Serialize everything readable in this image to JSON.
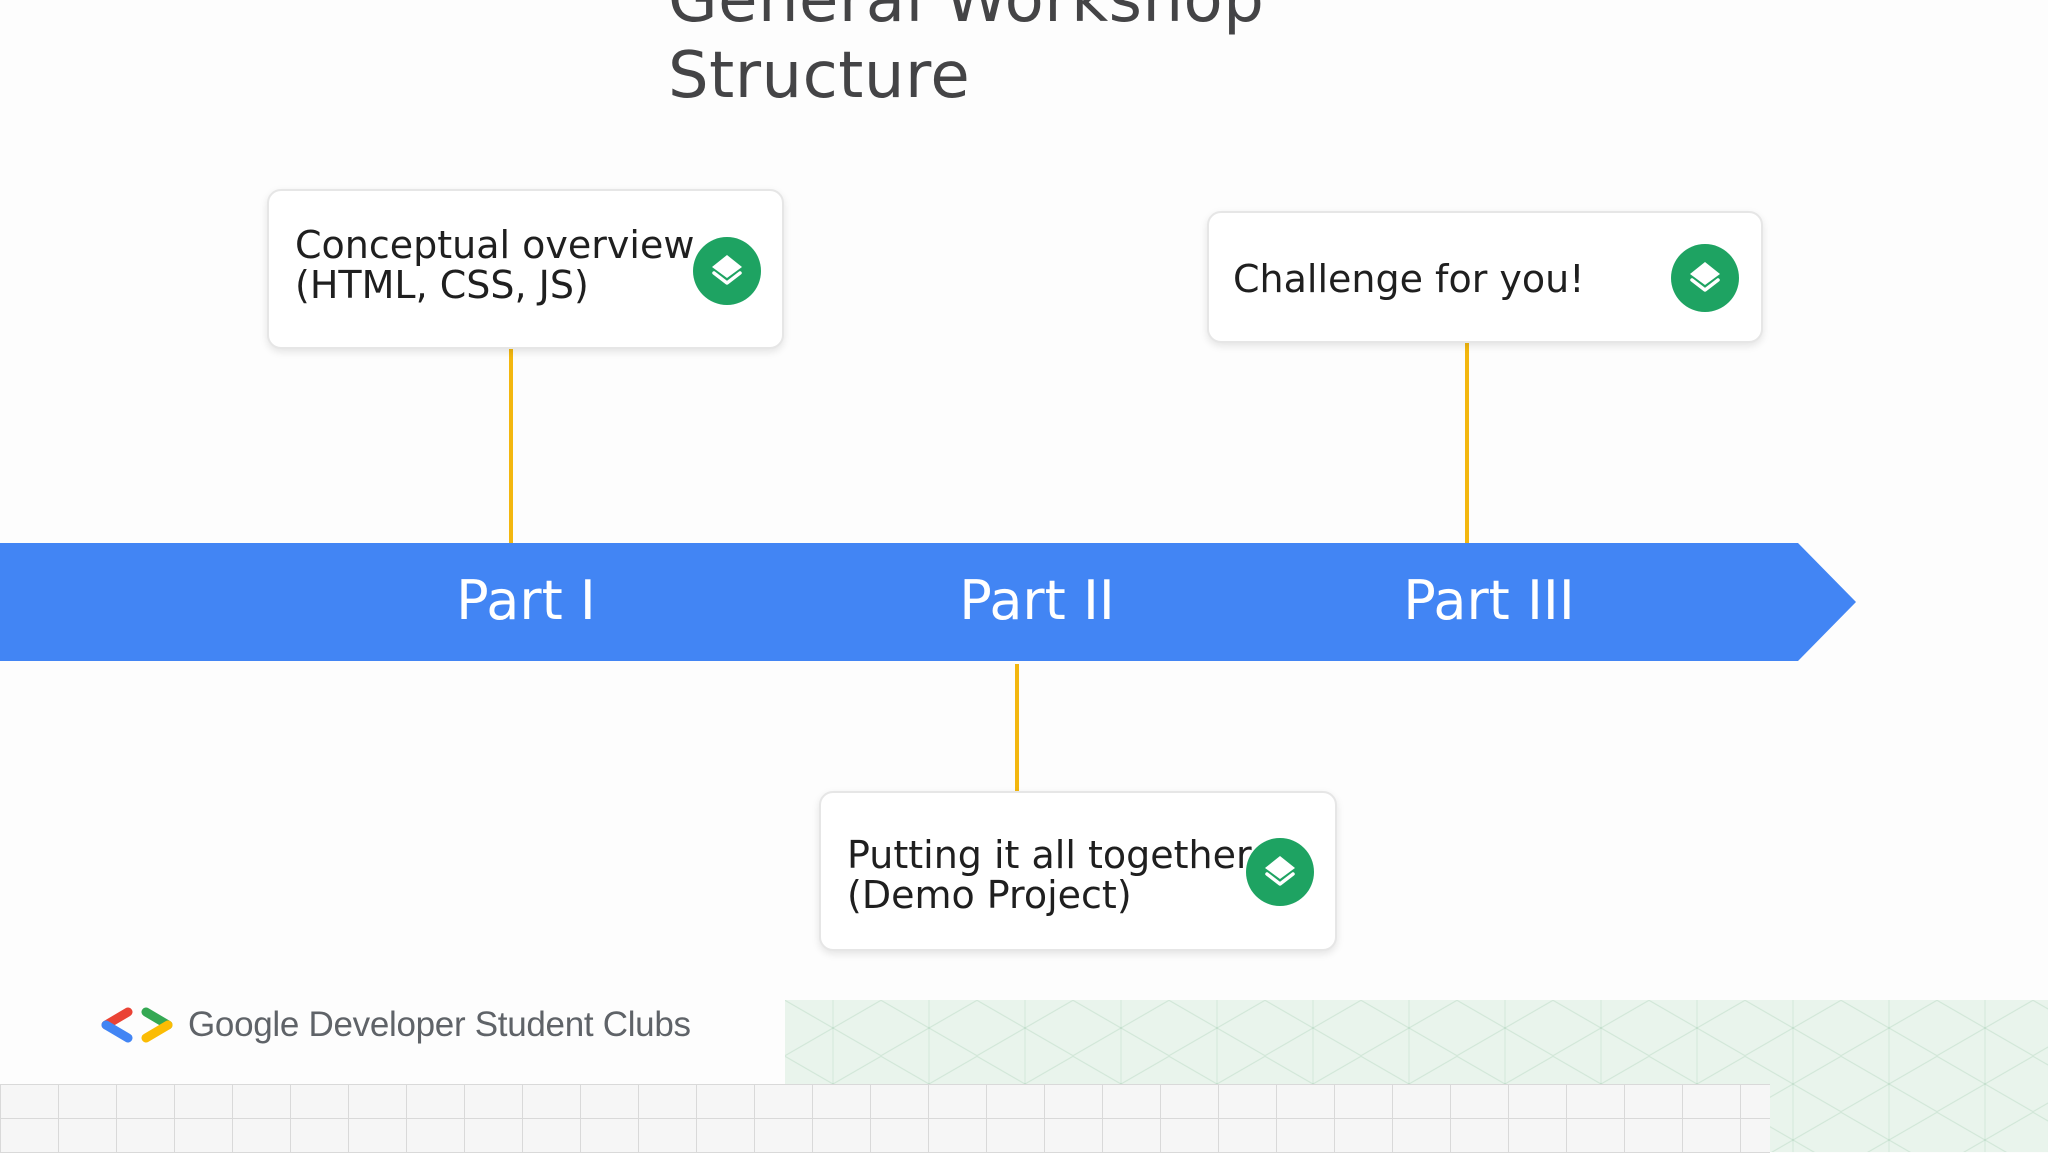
{
  "slide": {
    "title_line1": "General Workshop",
    "title_line2": "Structure"
  },
  "cards": {
    "part1": {
      "line1": "Conceptual overview",
      "line2": "(HTML, CSS, JS)",
      "icon": "layers-icon"
    },
    "part2": {
      "line1": "Putting it all together",
      "line2": "(Demo Project)",
      "icon": "layers-icon"
    },
    "part3": {
      "line1": "Challenge for you!",
      "icon": "layers-icon"
    }
  },
  "timeline": {
    "parts": [
      "Part I",
      "Part II",
      "Part III"
    ]
  },
  "footer": {
    "brand": "Google Developer Student Clubs",
    "logo_icon": "gdsc-brackets-logo"
  },
  "colors": {
    "timeline": "#4285f4",
    "connector": "#f3b70f",
    "icon_badge": "#1ea362",
    "title": "#444446"
  }
}
